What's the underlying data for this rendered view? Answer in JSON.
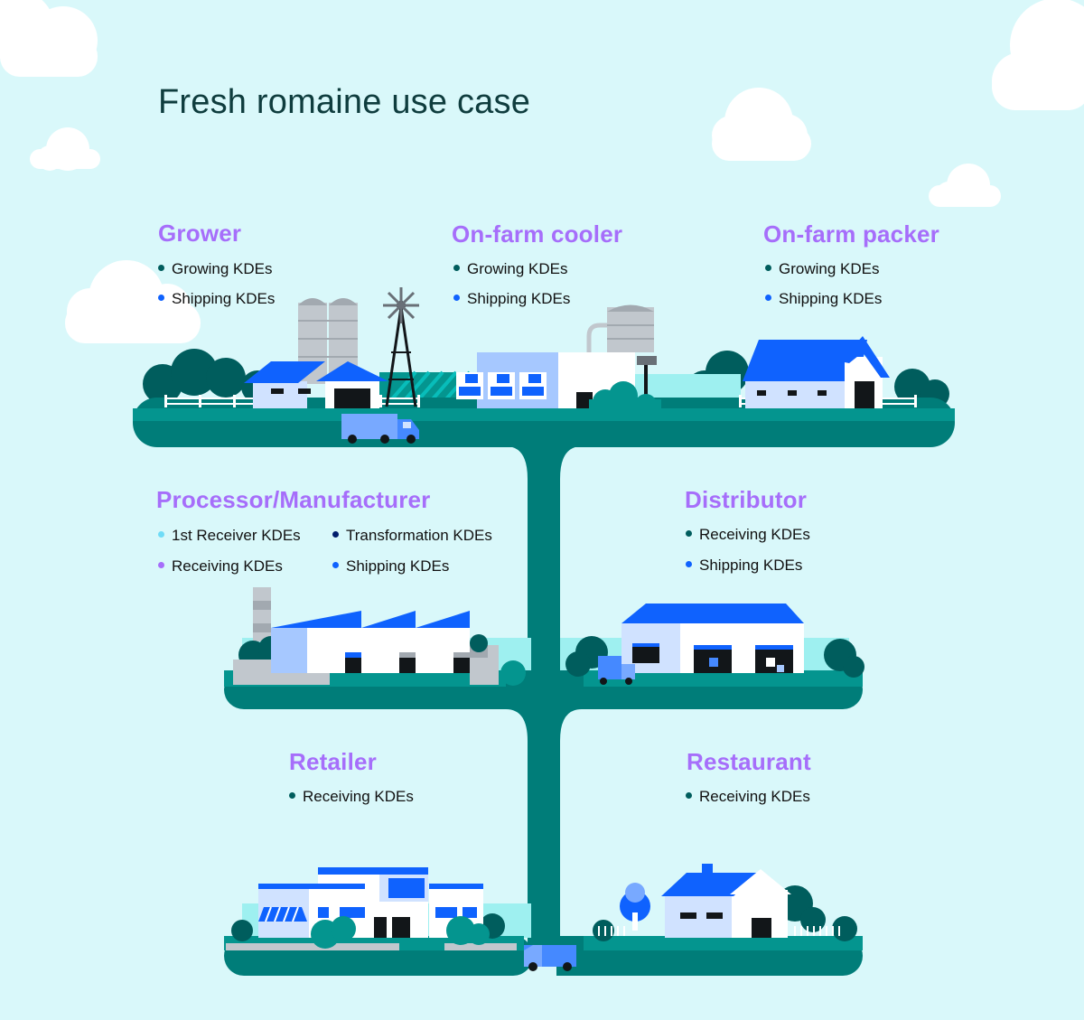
{
  "title": "Fresh romaine use case",
  "colors": {
    "sky": "#d9f8fa",
    "ground": "#007d79",
    "ground_light": "#04958f",
    "title": "#0f3d3e",
    "stage_title": "#a66efa",
    "building_blue": "#0f62fe",
    "building_light": "#a6c8ff",
    "tree": "#005d5d",
    "dot_growing": "#005d5d",
    "dot_shipping": "#0f62fe",
    "dot_first_receiver": "#6fdcf7",
    "dot_transformation": "#001d6c",
    "dot_receiving_purple": "#a66efa"
  },
  "stages": [
    {
      "id": "grower",
      "title": "Grower",
      "kdes": [
        {
          "label": "Growing KDEs",
          "dot": "dot_growing"
        },
        {
          "label": "Shipping KDEs",
          "dot": "dot_shipping"
        }
      ]
    },
    {
      "id": "cooler",
      "title": "On-farm cooler",
      "kdes": [
        {
          "label": "Growing KDEs",
          "dot": "dot_growing"
        },
        {
          "label": "Shipping KDEs",
          "dot": "dot_shipping"
        }
      ]
    },
    {
      "id": "packer",
      "title": "On-farm packer",
      "kdes": [
        {
          "label": "Growing KDEs",
          "dot": "dot_growing"
        },
        {
          "label": "Shipping KDEs",
          "dot": "dot_shipping"
        }
      ]
    },
    {
      "id": "processor",
      "title": "Processor/Manufacturer",
      "kdes": [
        {
          "label": "1st Receiver KDEs",
          "dot": "dot_first_receiver"
        },
        {
          "label": "Transformation KDEs",
          "dot": "dot_transformation"
        },
        {
          "label": "Receiving KDEs",
          "dot": "dot_receiving_purple"
        },
        {
          "label": "Shipping KDEs",
          "dot": "dot_shipping"
        }
      ]
    },
    {
      "id": "distributor",
      "title": "Distributor",
      "kdes": [
        {
          "label": "Receiving KDEs",
          "dot": "dot_growing"
        },
        {
          "label": "Shipping KDEs",
          "dot": "dot_shipping"
        }
      ]
    },
    {
      "id": "retailer",
      "title": "Retailer",
      "kdes": [
        {
          "label": "Receiving KDEs",
          "dot": "dot_growing"
        }
      ]
    },
    {
      "id": "restaurant",
      "title": "Restaurant",
      "kdes": [
        {
          "label": "Receiving KDEs",
          "dot": "dot_growing"
        }
      ]
    }
  ]
}
